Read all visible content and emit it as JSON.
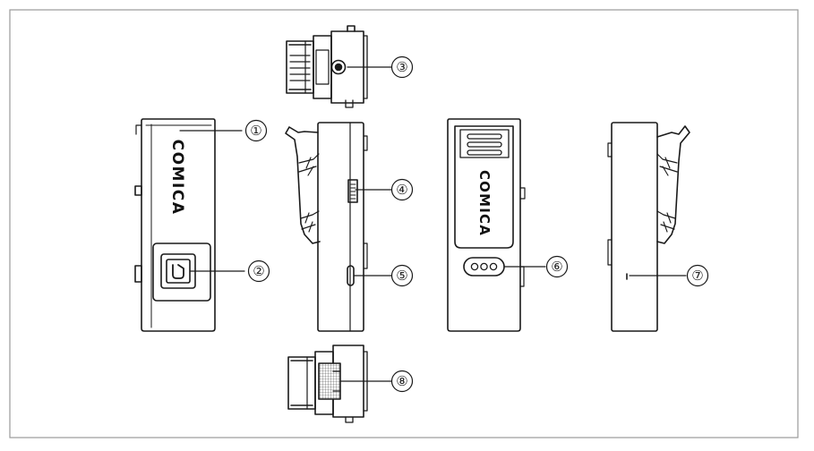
{
  "diagram": {
    "brand_front": "COMICA",
    "brand_back": "COMICA",
    "callouts": [
      "①",
      "②",
      "③",
      "④",
      "⑤",
      "⑥",
      "⑦",
      "⑧"
    ]
  },
  "colors": {
    "line": "#1a1a1a",
    "frame": "#9a9a9a",
    "background": "#ffffff"
  }
}
